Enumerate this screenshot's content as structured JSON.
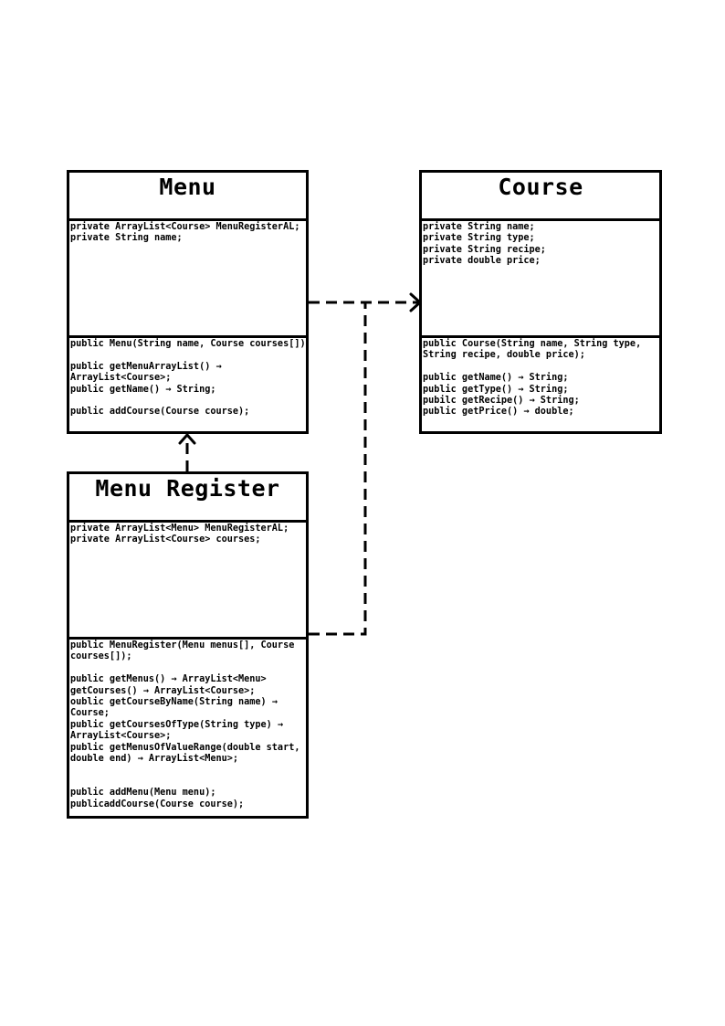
{
  "classes": {
    "menu": {
      "title": "Menu",
      "attributes": [
        "private ArrayList<Course> MenuRegisterAL;",
        "private String name;"
      ],
      "methods": [
        "public Menu(String name, Course courses[]);",
        "",
        "public getMenuArrayList() →",
        "ArrayList<Course>;",
        "public getName() → String;",
        "",
        "public addCourse(Course course);"
      ]
    },
    "course": {
      "title": "Course",
      "attributes": [
        "private String name;",
        "private String type;",
        "private String recipe;",
        "private double price;"
      ],
      "methods": [
        "public Course(String name, String type,",
        "String recipe, double price);",
        "",
        "public getName() → String;",
        "public getType() → String;",
        "pubilc getRecipe() → String;",
        "public getPrice() → double;"
      ]
    },
    "menu_register": {
      "title": "Menu Register",
      "attributes": [
        "private ArrayList<Menu> MenuRegisterAL;",
        "private ArrayList<Course> courses;"
      ],
      "methods": [
        "public MenuRegister(Menu menus[], Course",
        "courses[]);",
        "",
        "public getMenus() → ArrayList<Menu>",
        "getCourses() → ArrayList<Course>;",
        "oublic getCourseByName(String name) →",
        "Course;",
        "public getCoursesOfType(String type) →",
        "ArrayList<Course>;",
        "public getMenusOfValueRange(double start,",
        "double end) → ArrayList<Menu>;",
        "",
        "",
        "public addMenu(Menu menu);",
        "publicaddCourse(Course course);"
      ]
    }
  },
  "relationships": [
    {
      "from": "menu",
      "to": "course",
      "style": "dashed",
      "arrow": "open"
    },
    {
      "from": "menu_register",
      "to": "course",
      "style": "dashed",
      "arrow": "none"
    },
    {
      "from": "menu_register",
      "to": "menu",
      "style": "dashed",
      "arrow": "open"
    }
  ]
}
